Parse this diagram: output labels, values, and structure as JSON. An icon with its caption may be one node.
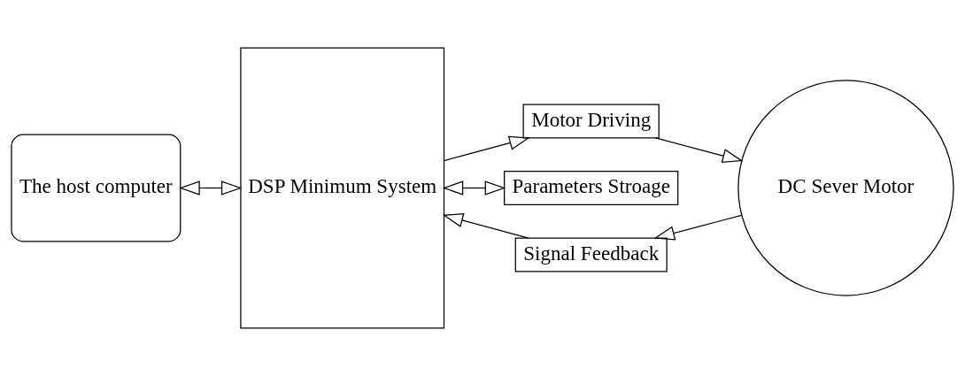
{
  "diagram": {
    "nodes": [
      {
        "text": [
          "The host computer"
        ]
      },
      {
        "text": [
          "DSP Minimum System"
        ]
      },
      {
        "text": [
          "Motor Driving"
        ]
      },
      {
        "text": [
          "Parameters Stroage"
        ]
      },
      {
        "text": [
          "DC Sever Motor"
        ]
      },
      {
        "text": [
          "Signal Feedback"
        ]
      }
    ],
    "edges": [
      {
        "from": 0,
        "to": 1,
        "arrow": "both"
      },
      {
        "from": 1,
        "to": 2,
        "arrow": "to"
      },
      {
        "from": 1,
        "to": 3,
        "arrow": "both"
      },
      {
        "from": 2,
        "to": 4,
        "arrow": "to"
      },
      {
        "from": 4,
        "to": 5,
        "arrow": "to"
      },
      {
        "from": 5,
        "to": 1,
        "arrow": "to"
      }
    ]
  }
}
